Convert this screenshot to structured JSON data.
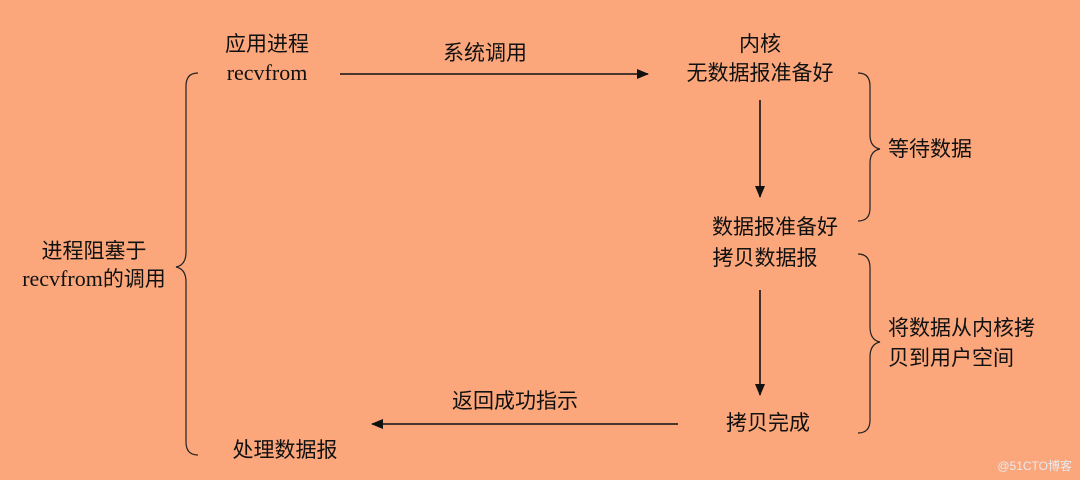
{
  "app": {
    "title": "应用进程",
    "call": "recvfrom",
    "blocked_line1": "进程阻塞于",
    "blocked_line2_latin": "recvfrom",
    "blocked_line2_rest": "的调用",
    "process": "处理数据报"
  },
  "arrows": {
    "syscall": "系统调用",
    "return": "返回成功指示"
  },
  "kernel": {
    "title": "内核",
    "not_ready": "无数据报准备好",
    "ready": "数据报准备好",
    "copy": "拷贝数据报",
    "done": "拷贝完成"
  },
  "phases": {
    "wait": "等待数据",
    "copy_line1": "将数据从内核拷",
    "copy_line2": "贝到用户空间"
  },
  "watermark": "@51CTO博客",
  "colors": {
    "background": "#FBA77B",
    "ink": "#111111"
  }
}
